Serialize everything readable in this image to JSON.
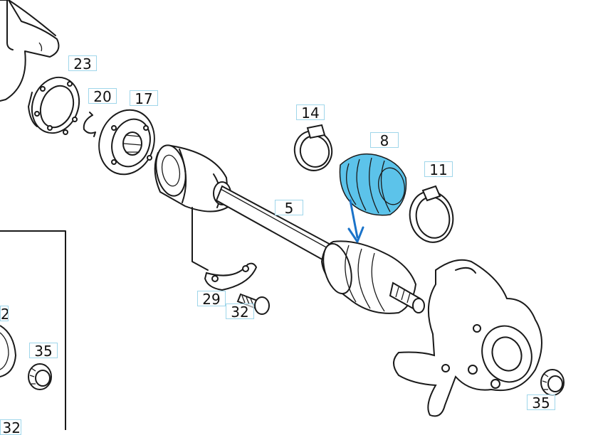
{
  "colors": {
    "highlight": "#3fb8e6",
    "arrow": "#1a73c9",
    "label_border": "#9fd6ea",
    "ink": "#1a1a1a"
  },
  "labels": {
    "p23": "23",
    "p20": "20",
    "p17": "17",
    "p14": "14",
    "p8": "8",
    "p11": "11",
    "p5": "5",
    "p29": "29",
    "p32a": "32",
    "p35a": "35",
    "p35b": "35",
    "p32b": "32",
    "p2": "2"
  },
  "highlighted_part": "8"
}
